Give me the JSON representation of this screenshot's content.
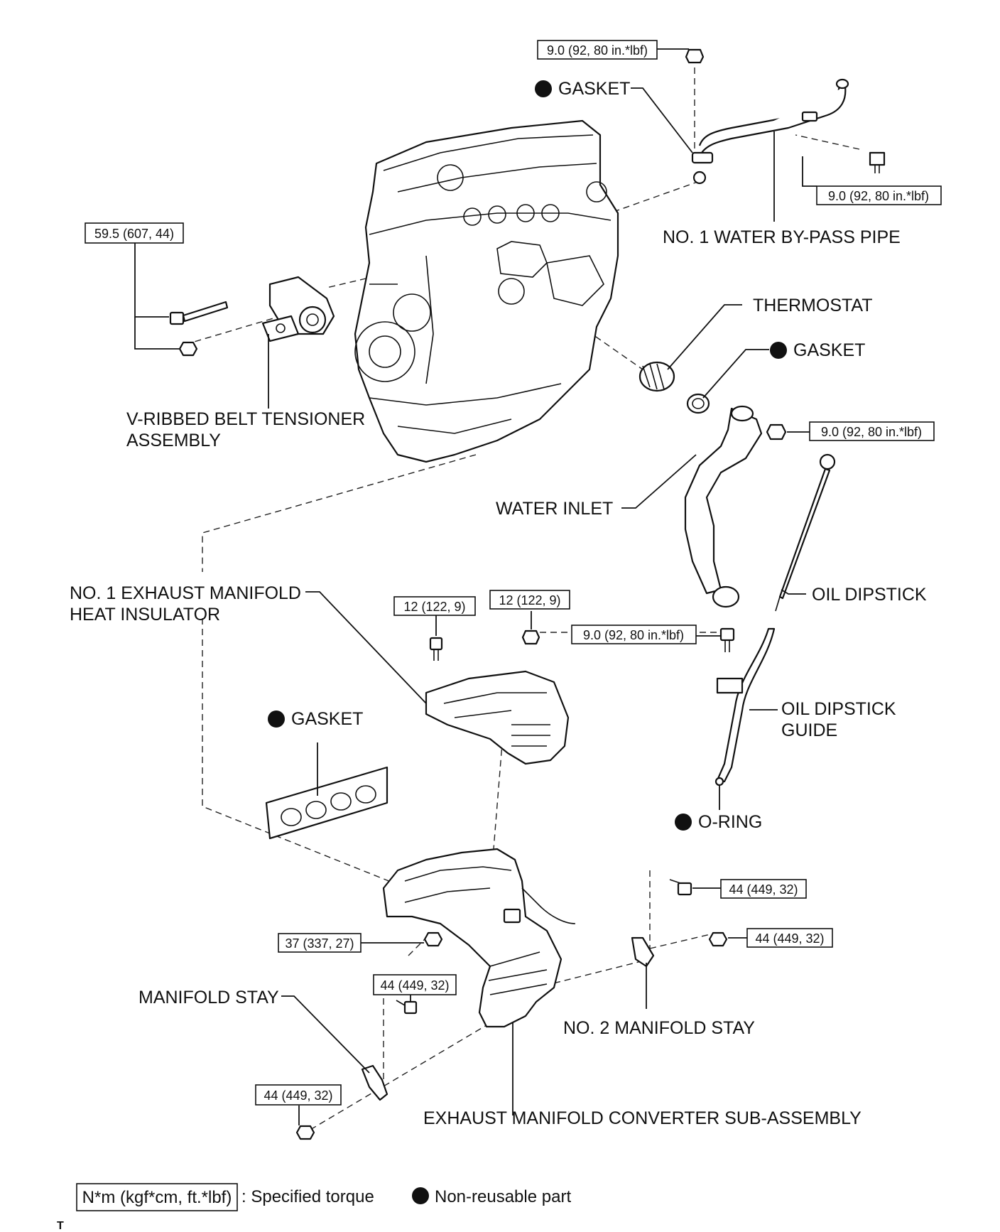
{
  "labels": {
    "gasket_top": "GASKET",
    "water_bypass_pipe": "NO. 1 WATER BY-PASS PIPE",
    "thermostat": "THERMOSTAT",
    "gasket_thermostat": "GASKET",
    "belt_tensioner_line1": "V-RIBBED BELT TENSIONER",
    "belt_tensioner_line2": "ASSEMBLY",
    "water_inlet": "WATER INLET",
    "oil_dipstick": "OIL DIPSTICK",
    "heat_insulator_line1": "NO. 1 EXHAUST MANIFOLD",
    "heat_insulator_line2": "HEAT INSULATOR",
    "gasket_manifold": "GASKET",
    "dipstick_guide_line1": "OIL DIPSTICK",
    "dipstick_guide_line2": "GUIDE",
    "o_ring": "O-RING",
    "manifold_stay": "MANIFOLD STAY",
    "no2_manifold_stay": "NO. 2 MANIFOLD STAY",
    "exhaust_converter": "EXHAUST MANIFOLD CONVERTER SUB-ASSEMBLY"
  },
  "torques": {
    "bypass_top": "9.0 (92, 80 in.*lbf)",
    "bypass_side": "9.0 (92, 80 in.*lbf)",
    "tensioner": "59.5 (607, 44)",
    "water_inlet": "9.0 (92, 80 in.*lbf)",
    "insulator_left": "12 (122, 9)",
    "insulator_right": "12 (122, 9)",
    "dipstick_guide": "9.0 (92, 80 in.*lbf)",
    "no2_stay_bolt": "44 (449, 32)",
    "no2_stay_nut": "44 (449, 32)",
    "manifold_nut": "37 (337, 27)",
    "stay_bolt": "44 (449, 32)",
    "stay_nut": "44 (449, 32)"
  },
  "legend": {
    "torque_box": "N*m (kgf*cm, ft.*lbf)",
    "torque_text": ": Specified torque",
    "nonreusable_text": "Non-reusable part"
  },
  "footer_mark": "T",
  "colors": {
    "ink": "#111111",
    "background": "#ffffff"
  }
}
